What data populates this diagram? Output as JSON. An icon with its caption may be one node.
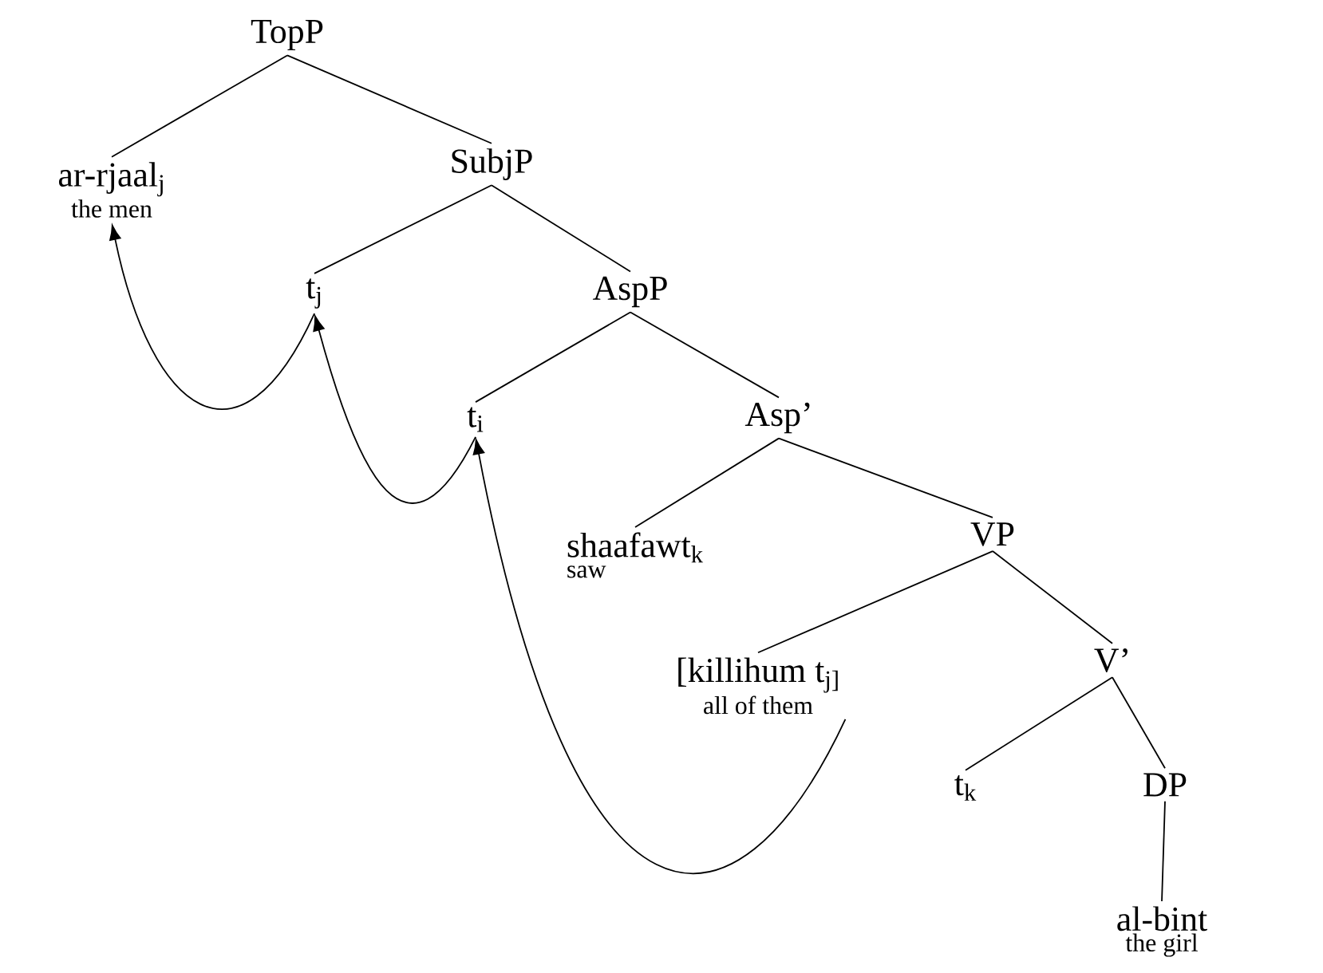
{
  "diagram": {
    "nodes": [
      {
        "text": [
          "TopP"
        ]
      },
      {
        "text": [
          "ar-rjaal$_{j}$",
          "the men"
        ]
      },
      {
        "text": [
          "SubjP"
        ]
      },
      {
        "text": [
          "t$_{j}$"
        ]
      },
      {
        "text": [
          "AspP"
        ]
      },
      {
        "text": [
          "t$_{i}$"
        ]
      },
      {
        "text": [
          "Asp’"
        ]
      },
      {
        "text": [
          "shaafawt$_{k}$",
          "saw"
        ]
      },
      {
        "text": [
          "VP"
        ]
      },
      {
        "text": [
          "[killihum t$_{j]}$",
          "all of them"
        ]
      },
      {
        "text": [
          "V’"
        ]
      },
      {
        "text": [
          "t$_{k}$"
        ]
      },
      {
        "text": [
          "DP"
        ]
      },
      {
        "text": [
          "al-bint",
          "the girl"
        ]
      }
    ],
    "edges": [
      {
        "from": 0,
        "to": 1,
        "arrow": "none"
      },
      {
        "from": 0,
        "to": 2,
        "arrow": "none"
      },
      {
        "from": 2,
        "to": 3,
        "arrow": "none"
      },
      {
        "from": 2,
        "to": 4,
        "arrow": "none"
      },
      {
        "from": 4,
        "to": 5,
        "arrow": "none"
      },
      {
        "from": 4,
        "to": 6,
        "arrow": "none"
      },
      {
        "from": 6,
        "to": 7,
        "arrow": "none"
      },
      {
        "from": 6,
        "to": 8,
        "arrow": "none"
      },
      {
        "from": 8,
        "to": 9,
        "arrow": "none"
      },
      {
        "from": 8,
        "to": 10,
        "arrow": "none"
      },
      {
        "from": 10,
        "to": 11,
        "arrow": "none"
      },
      {
        "from": 10,
        "to": 12,
        "arrow": "none"
      },
      {
        "from": 12,
        "to": 13,
        "arrow": "none"
      },
      {
        "from": 3,
        "to": 1,
        "arrow": "to"
      },
      {
        "from": 5,
        "to": 3,
        "arrow": "to"
      },
      {
        "from": 9,
        "to": 5,
        "arrow": "to"
      }
    ]
  }
}
